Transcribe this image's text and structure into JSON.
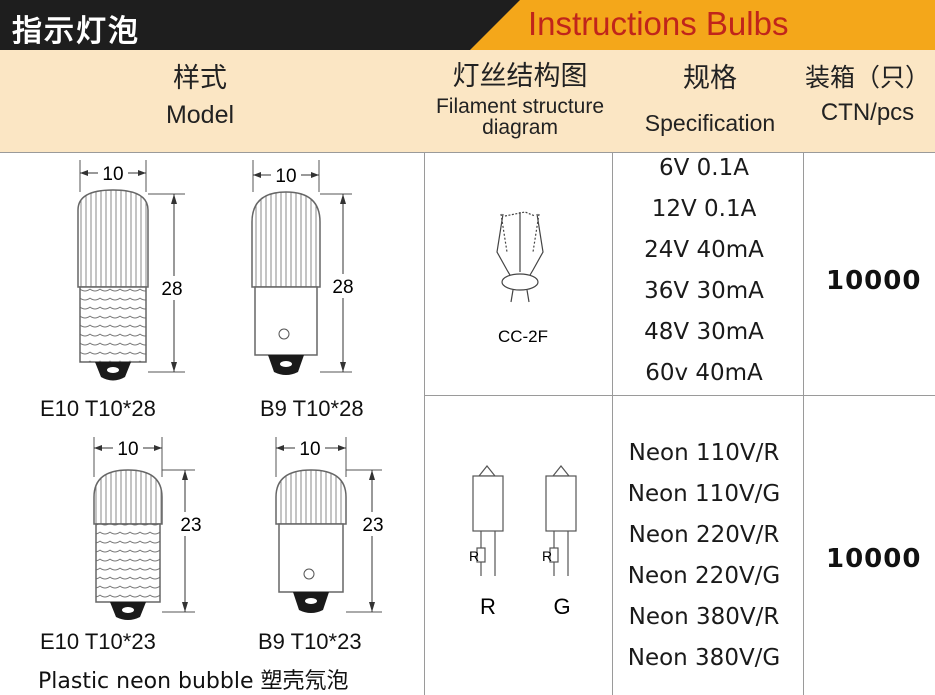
{
  "title": {
    "cn": "指示灯泡",
    "en": "Instructions Bulbs"
  },
  "header": {
    "model": {
      "cn": "样式",
      "en": "Model"
    },
    "filament": {
      "cn": "灯丝结构图",
      "en_line1": "Filament structure",
      "en_line2": "diagram"
    },
    "spec": {
      "cn": "规格",
      "en": "Specification"
    },
    "ctn": {
      "cn": "装箱（只）",
      "en": "CTN/pcs"
    }
  },
  "bulbs": [
    {
      "label": "E10 T10*28",
      "dim_w": "10",
      "dim_h": "28"
    },
    {
      "label": "B9 T10*28",
      "dim_w": "10",
      "dim_h": "28"
    },
    {
      "label": "E10 T10*23",
      "dim_w": "10",
      "dim_h": "23"
    },
    {
      "label": "B9 T10*23",
      "dim_w": "10",
      "dim_h": "23"
    }
  ],
  "plastic_note": "Plastic neon bubble 塑壳氖泡",
  "group1": {
    "filament_label": "CC-2F",
    "specs": [
      "6V 0.1A",
      "12V 0.1A",
      "24V 40mA",
      "36V 30mA",
      "48V 30mA",
      "60v 40mA"
    ],
    "ctn": "10000"
  },
  "group2": {
    "r_label": "R",
    "g_label": "G",
    "resistor_mark": "R",
    "specs": [
      "Neon 110V/R",
      "Neon 110V/G",
      "Neon 220V/R",
      "Neon 220V/G",
      "Neon 380V/R",
      "Neon 380V/G"
    ],
    "ctn": "10000"
  }
}
